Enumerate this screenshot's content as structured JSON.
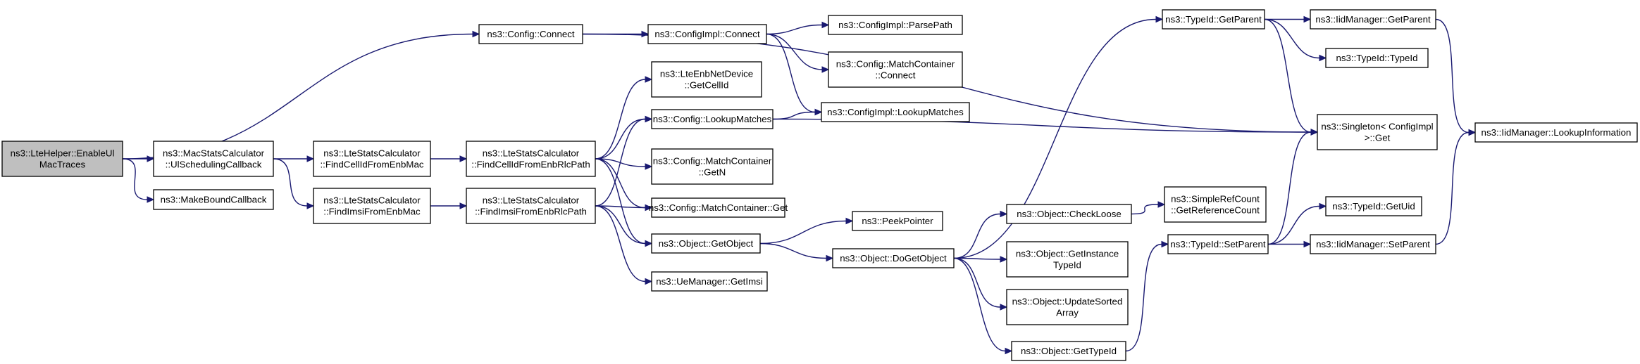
{
  "nodes": [
    {
      "id": "root",
      "lines": [
        "ns3::LteHelper::EnableUl",
        "MacTraces"
      ],
      "root": true
    },
    {
      "id": "macstats",
      "lines": [
        "ns3::MacStatsCalculator",
        "::UlSchedulingCallback"
      ]
    },
    {
      "id": "makebound",
      "lines": [
        "ns3::MakeBoundCallback"
      ]
    },
    {
      "id": "cfgconnect",
      "lines": [
        "ns3::Config::Connect"
      ]
    },
    {
      "id": "ltefindcell",
      "lines": [
        "ns3::LteStatsCalculator",
        "::FindCellIdFromEnbMac"
      ]
    },
    {
      "id": "ltefindimsi",
      "lines": [
        "ns3::LteStatsCalculator",
        "::FindImsiFromEnbMac"
      ]
    },
    {
      "id": "ltefindcellrlc",
      "lines": [
        "ns3::LteStatsCalculator",
        "::FindCellIdFromEnbRlcPath"
      ]
    },
    {
      "id": "ltefindimsirlc",
      "lines": [
        "ns3::LteStatsCalculator",
        "::FindImsiFromEnbRlcPath"
      ]
    },
    {
      "id": "cfgimplconnect",
      "lines": [
        "ns3::ConfigImpl::Connect"
      ]
    },
    {
      "id": "enbgetcell",
      "lines": [
        "ns3::LteEnbNetDevice",
        "::GetCellId"
      ]
    },
    {
      "id": "lookupmatches",
      "lines": [
        "ns3::Config::LookupMatches"
      ]
    },
    {
      "id": "mcgetn",
      "lines": [
        "ns3::Config::MatchContainer",
        "::GetN"
      ]
    },
    {
      "id": "mcget",
      "lines": [
        "ns3::Config::MatchContainer::Get"
      ]
    },
    {
      "id": "objgetobject",
      "lines": [
        "ns3::Object::GetObject"
      ]
    },
    {
      "id": "uegetimsi",
      "lines": [
        "ns3::UeManager::GetImsi"
      ]
    },
    {
      "id": "parsepath",
      "lines": [
        "ns3::ConfigImpl::ParsePath"
      ]
    },
    {
      "id": "mcconnect",
      "lines": [
        "ns3::Config::MatchContainer",
        "::Connect"
      ]
    },
    {
      "id": "implookup",
      "lines": [
        "ns3::ConfigImpl::LookupMatches"
      ]
    },
    {
      "id": "peekpointer",
      "lines": [
        "ns3::PeekPointer"
      ]
    },
    {
      "id": "dogetobject",
      "lines": [
        "ns3::Object::DoGetObject"
      ]
    },
    {
      "id": "checkloose",
      "lines": [
        "ns3::Object::CheckLoose"
      ]
    },
    {
      "id": "getinstance",
      "lines": [
        "ns3::Object::GetInstance",
        "TypeId"
      ]
    },
    {
      "id": "updatesorted",
      "lines": [
        "ns3::Object::UpdateSorted",
        "Array"
      ]
    },
    {
      "id": "gettypeid",
      "lines": [
        "ns3::Object::GetTypeId"
      ]
    },
    {
      "id": "refcount",
      "lines": [
        "ns3::SimpleRefCount",
        "::GetReferenceCount"
      ]
    },
    {
      "id": "typeidgetparent",
      "lines": [
        "ns3::TypeId::GetParent"
      ]
    },
    {
      "id": "typeidsetparent",
      "lines": [
        "ns3::TypeId::SetParent"
      ]
    },
    {
      "id": "singleton",
      "lines": [
        "ns3::Singleton< ConfigImpl",
        " >::Get"
      ]
    },
    {
      "id": "typeidtypeid",
      "lines": [
        "ns3::TypeId::TypeId"
      ]
    },
    {
      "id": "typeidgetuid",
      "lines": [
        "ns3::TypeId::GetUid"
      ]
    },
    {
      "id": "iidgetparent",
      "lines": [
        "ns3::IidManager::GetParent"
      ]
    },
    {
      "id": "iidsetparent",
      "lines": [
        "ns3::IidManager::SetParent"
      ]
    },
    {
      "id": "iidlookup",
      "lines": [
        "ns3::IidManager::LookupInformation"
      ]
    }
  ],
  "edges": [
    [
      "root",
      "cfgconnect"
    ],
    [
      "root",
      "macstats"
    ],
    [
      "root",
      "makebound"
    ],
    [
      "macstats",
      "ltefindcell"
    ],
    [
      "macstats",
      "ltefindimsi"
    ],
    [
      "cfgconnect",
      "cfgimplconnect"
    ],
    [
      "cfgconnect",
      "singleton"
    ],
    [
      "ltefindcell",
      "ltefindcellrlc"
    ],
    [
      "ltefindimsi",
      "ltefindimsirlc"
    ],
    [
      "ltefindcellrlc",
      "enbgetcell"
    ],
    [
      "ltefindcellrlc",
      "lookupmatches"
    ],
    [
      "ltefindcellrlc",
      "mcgetn"
    ],
    [
      "ltefindcellrlc",
      "mcget"
    ],
    [
      "ltefindcellrlc",
      "objgetobject"
    ],
    [
      "ltefindimsirlc",
      "lookupmatches"
    ],
    [
      "ltefindimsirlc",
      "mcget"
    ],
    [
      "ltefindimsirlc",
      "objgetobject"
    ],
    [
      "ltefindimsirlc",
      "uegetimsi"
    ],
    [
      "cfgimplconnect",
      "parsepath"
    ],
    [
      "cfgimplconnect",
      "mcconnect"
    ],
    [
      "cfgimplconnect",
      "implookup"
    ],
    [
      "lookupmatches",
      "implookup"
    ],
    [
      "lookupmatches",
      "singleton"
    ],
    [
      "objgetobject",
      "peekpointer"
    ],
    [
      "objgetobject",
      "dogetobject"
    ],
    [
      "dogetobject",
      "checkloose"
    ],
    [
      "dogetobject",
      "getinstance"
    ],
    [
      "dogetobject",
      "updatesorted"
    ],
    [
      "dogetobject",
      "gettypeid"
    ],
    [
      "dogetobject",
      "typeidgetparent"
    ],
    [
      "checkloose",
      "refcount"
    ],
    [
      "gettypeid",
      "typeidsetparent"
    ],
    [
      "typeidgetparent",
      "iidgetparent"
    ],
    [
      "typeidgetparent",
      "typeidtypeid"
    ],
    [
      "typeidgetparent",
      "singleton"
    ],
    [
      "typeidsetparent",
      "singleton"
    ],
    [
      "typeidsetparent",
      "typeidgetuid"
    ],
    [
      "typeidsetparent",
      "iidsetparent"
    ],
    [
      "iidgetparent",
      "iidlookup"
    ],
    [
      "iidsetparent",
      "iidlookup"
    ]
  ],
  "colors": {
    "edge": "#191970",
    "node_border": "#000000",
    "root_fill": "#bfbfbf",
    "node_fill": "#ffffff"
  }
}
